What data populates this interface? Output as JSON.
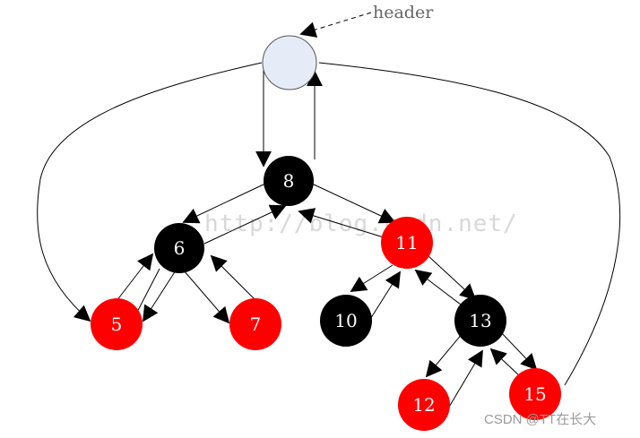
{
  "diagram": {
    "header_label": "header",
    "watermark": "http://blog.csdn.net/",
    "credit": "CSDN @TT在长大",
    "colors": {
      "red": "#ff0000",
      "black": "#000000",
      "header": "#e6ecf7",
      "line": "#000000"
    },
    "nodes": [
      {
        "id": "header",
        "label": "",
        "color": "header"
      },
      {
        "id": "n8",
        "label": "8",
        "color": "black"
      },
      {
        "id": "n6",
        "label": "6",
        "color": "black"
      },
      {
        "id": "n11",
        "label": "11",
        "color": "red"
      },
      {
        "id": "n5",
        "label": "5",
        "color": "red"
      },
      {
        "id": "n7",
        "label": "7",
        "color": "red"
      },
      {
        "id": "n10",
        "label": "10",
        "color": "black"
      },
      {
        "id": "n13",
        "label": "13",
        "color": "black"
      },
      {
        "id": "n12",
        "label": "12",
        "color": "red"
      },
      {
        "id": "n15",
        "label": "15",
        "color": "red"
      }
    ]
  }
}
